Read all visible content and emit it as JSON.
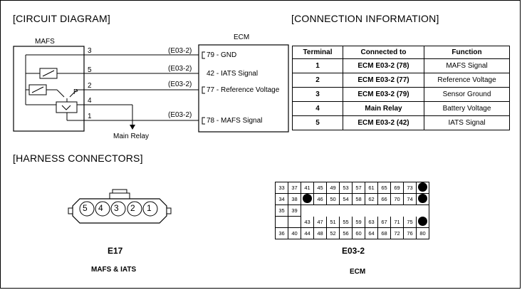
{
  "headings": {
    "circuit": "[CIRCUIT DIAGRAM]",
    "connection": "[CONNECTION INFORMATION]",
    "harness": "[HARNESS CONNECTORS]"
  },
  "circuit": {
    "mafs_label": "MAFS",
    "ecm_label": "ECM",
    "p_label": "P",
    "main_relay_label": "Main Relay",
    "pins": [
      "3",
      "5",
      "2",
      "4",
      "1"
    ],
    "connector_refs": [
      "(E03-2)",
      "(E03-2)",
      "(E03-2)",
      "(E03-2)"
    ],
    "ecm_terminals": [
      "79 - GND",
      "42 - IATS Signal",
      "77 - Reference Voltage",
      "78 - MAFS Signal"
    ]
  },
  "connection_table": {
    "headers": [
      "Terminal",
      "Connected to",
      "Function"
    ],
    "rows": [
      [
        "1",
        "ECM E03-2 (78)",
        "MAFS Signal"
      ],
      [
        "2",
        "ECM E03-2 (77)",
        "Reference Voltage"
      ],
      [
        "3",
        "ECM E03-2 (79)",
        "Sensor Ground"
      ],
      [
        "4",
        "Main Relay",
        "Battery Voltage"
      ],
      [
        "5",
        "ECM E03-2 (42)",
        "IATS Signal"
      ]
    ]
  },
  "connectors": {
    "e17": {
      "pins": [
        "5",
        "4",
        "3",
        "2",
        "1"
      ],
      "id": "E17",
      "name": "MAFS & IATS"
    },
    "e03": {
      "id": "E03-2",
      "name": "ECM",
      "rows": [
        [
          "33",
          "37",
          "41",
          "45",
          "49",
          "53",
          "57",
          "61",
          "65",
          "69",
          "73",
          "●"
        ],
        [
          "34",
          "38",
          "●",
          "46",
          "50",
          "54",
          "58",
          "62",
          "66",
          "70",
          "74",
          "●"
        ],
        [
          "35",
          "39",
          "",
          "",
          "",
          "",
          "",
          "",
          "",
          "",
          "",
          ""
        ],
        [
          "",
          "",
          "43",
          "47",
          "51",
          "55",
          "59",
          "63",
          "67",
          "71",
          "75",
          "●"
        ],
        [
          "36",
          "40",
          "44",
          "48",
          "52",
          "56",
          "60",
          "64",
          "68",
          "72",
          "76",
          "80"
        ]
      ]
    }
  }
}
